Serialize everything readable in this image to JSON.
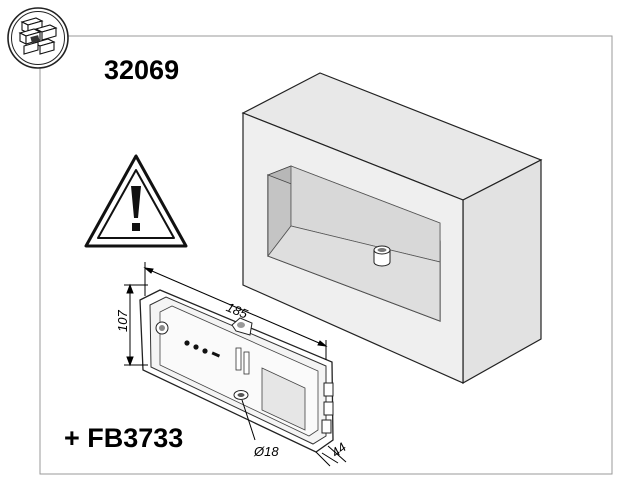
{
  "product_code": "32069",
  "accessory_code": "+ FB3733",
  "dimensions": {
    "length": "185",
    "height": "107",
    "depth": "44",
    "hole_diameter": "Ø18"
  },
  "icons": {
    "badge": "brick-wall-icon",
    "warning": "warning-triangle-icon"
  },
  "colors": {
    "box_front": "#efefef",
    "box_side": "#e2e2e2",
    "recess": "#cfcfcf",
    "recess_dark": "#b7b7b7",
    "frame": "#9a9a9a"
  }
}
